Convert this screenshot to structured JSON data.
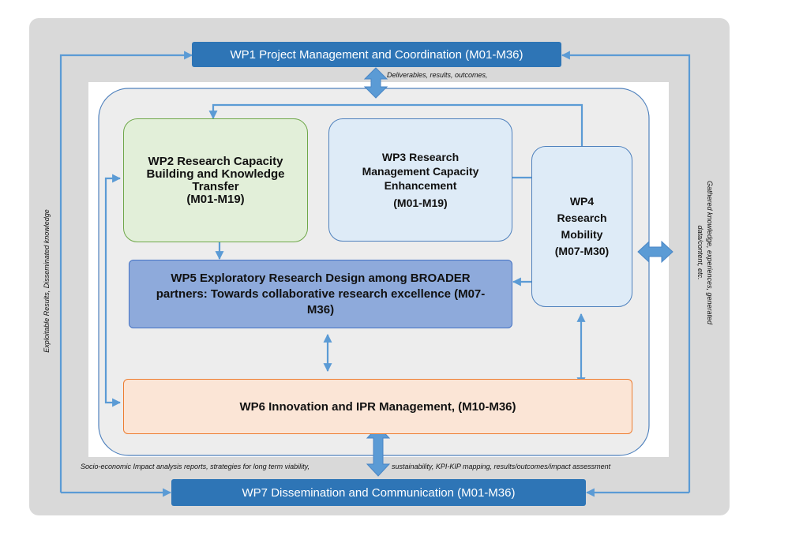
{
  "wp1": {
    "label": "WP1  Project Management and Coordination (M01-M36)"
  },
  "wp2": {
    "line1": "WP2 Research Capacity",
    "line2": "Building and Knowledge",
    "line3": "Transfer",
    "line4": "(M01-M19)"
  },
  "wp3": {
    "line1": "WP3 Research",
    "line2": "Management Capacity",
    "line3": "Enhancement",
    "line4": "(M01-M19)"
  },
  "wp4": {
    "line1": "WP4",
    "line2": "Research",
    "line3": "Mobility",
    "line4": "(M07-M30)"
  },
  "wp5": {
    "line1": "WP5 Exploratory Research Design among BROADER",
    "line2": "partners: Towards collaborative research excellence (M07-",
    "line3": "M36)"
  },
  "wp6": {
    "label": "WP6 Innovation and IPR Management, (M10-M36)"
  },
  "wp7": {
    "label": "WP7  Dissemination and Communication (M01-M36)"
  },
  "notes": {
    "top": "Deliverables, results, outcomes,",
    "bottom_left": "Socio-economic Impact analysis reports, strategies for long term viability,",
    "bottom_right": "sustainability, KPI-KIP mapping, results/outcomes/impact assessment",
    "left_vertical": "Exploitable Results, Disseminated knowledge",
    "right_vertical_1": "Gathered knowledge, experiences, generated",
    "right_vertical_2": "data/content, etc."
  },
  "colors": {
    "frame": "#d9d9d9",
    "inner_panel": "#ededed",
    "wp_dark": "#2e75b6",
    "wp2_fill": "#e2efd9",
    "wp3_wp4_fill": "#deebf7",
    "wp5_fill": "#8eaadb",
    "wp6_fill": "#fbe5d6",
    "arrow": "#5b9bd5"
  }
}
